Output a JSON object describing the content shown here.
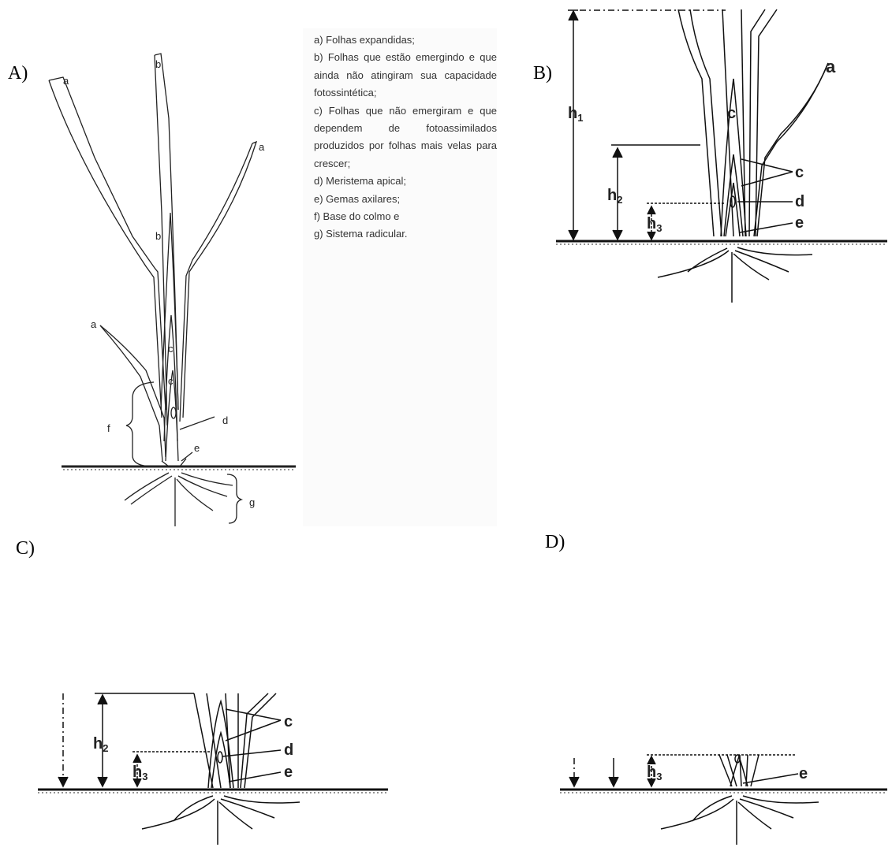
{
  "panels": {
    "a": "A)",
    "b": "B)",
    "c": "C)",
    "d": "D)"
  },
  "legend": {
    "a": "a)  Folhas expandidas;",
    "b": "b)  Folhas   que   estão emergindo e que ainda não atingiram sua capacidade fotossintética;",
    "c": "c)  Folhas que não emergiram e que dependem de fotoassimilados produzidos por folhas mais velas para crescer;",
    "d": "d)  Meristema apical;",
    "e": "e)  Gemas axilares;",
    "f": "f)   Base do colmo e",
    "g": "g)  Sistema radicular."
  },
  "plant_labels": {
    "a": "a",
    "b": "b",
    "c": "c",
    "d": "d",
    "e": "e",
    "f": "f",
    "g": "g",
    "h1": "h",
    "h1_sub": "1",
    "h2": "h",
    "h2_sub": "2",
    "h3": "h",
    "h3_sub": "3"
  }
}
